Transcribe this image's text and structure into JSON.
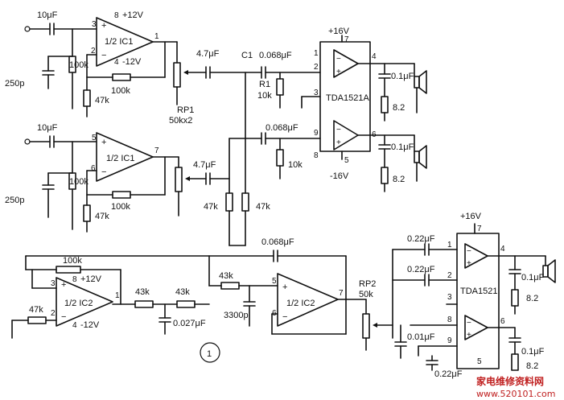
{
  "labels": {
    "c_10uf_1": "10μF",
    "c_10uf_2": "10μF",
    "plus12_top": "+12V",
    "minus12_top": "-12V",
    "ic1_top": "1/2 IC1",
    "r100k_a": "100k",
    "r100k_b": "100k",
    "r47k_a": "47k",
    "c250p_a": "250p",
    "c47uf_a": "4.7μF",
    "rp1": "RP1",
    "rp1_val": "50kx2",
    "c1": "C1",
    "c1_val": "0.068μF",
    "r1": "R1",
    "r1_val": "10k",
    "plus16_top": "+16V",
    "tda_top": "TDA1521A",
    "minus16": "-16V",
    "c01_a": "0.1μF",
    "r82_a": "8.2",
    "c01_b": "0.1μF",
    "r82_b": "8.2",
    "c068_b": "0.068μF",
    "r10k_b": "10k",
    "ic1_mid": "1/2 IC1",
    "r100k_c": "100k",
    "r100k_d": "100k",
    "r47k_b": "47k",
    "c250p_b": "250p",
    "c47uf_b": "4.7μF",
    "r47k_c": "47k",
    "r47k_d": "47k",
    "c068_c": "0.068μF",
    "r100k_e": "100k",
    "plus12_bot": "+12V",
    "ic2_a": "1/2 IC2",
    "minus12_bot": "-12V",
    "r47k_e": "47k",
    "r43k_a": "43k",
    "r43k_b": "43k",
    "r43k_c": "43k",
    "c0027": "0.027μF",
    "c3300": "3300p",
    "ic2_b": "1/2 IC2",
    "rp2": "RP2",
    "rp2_val": "50k",
    "c022_a": "0.22μF",
    "c022_b": "0.22μF",
    "c001": "0.01μF",
    "c022_c": "0.22μF",
    "plus16_bot": "+16V",
    "tda_bot": "TDA1521",
    "c01_c": "0.1μF",
    "r82_c": "8.2",
    "c01_d": "0.1μF",
    "r82_d": "8.2",
    "fig_num": "1",
    "pins": {
      "p3a": "3",
      "p8a": "8",
      "p2a": "2",
      "p4a": "4",
      "p1a": "1",
      "p5b": "5",
      "p6b": "6",
      "p7b": "7",
      "t7": "7",
      "t2": "2",
      "t1": "1",
      "t3": "3",
      "t4": "4",
      "t9": "9",
      "t6": "6",
      "t8": "8",
      "t5": "5",
      "i3": "3",
      "i8": "8",
      "i2": "2",
      "i4": "4",
      "i1": "1",
      "j5": "5",
      "j6": "6",
      "j7": "7",
      "u7": "7",
      "u1": "1",
      "u2": "2",
      "u3": "3",
      "u8": "8",
      "u9": "9",
      "u4": "4",
      "u6": "6",
      "u5": "5"
    }
  },
  "watermark": {
    "line1": "家电维修资料网",
    "line2": "www.520101.com"
  }
}
